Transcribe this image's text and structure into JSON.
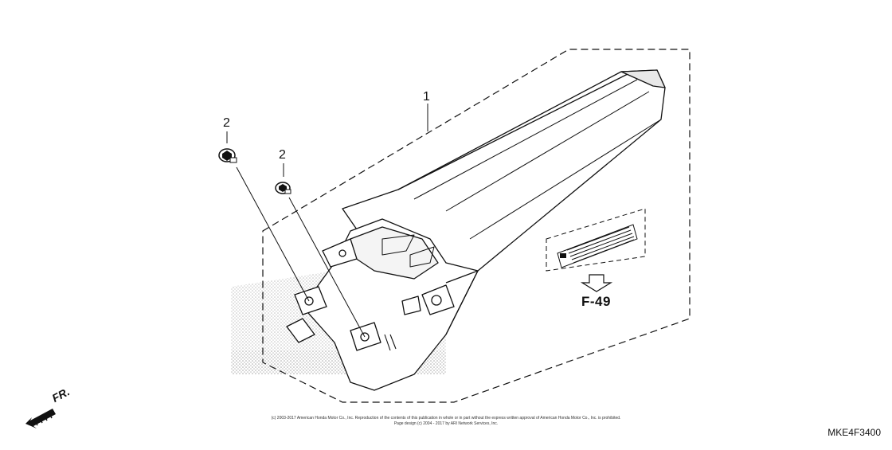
{
  "callouts": {
    "part_1": "1",
    "part_2a": "2",
    "part_2b": "2"
  },
  "reference": {
    "label": "F-49"
  },
  "orientation": {
    "label": "FR."
  },
  "copyright": {
    "line1": "(c) 2003-2017 American Honda Motor Co., Inc. Reproduction of the contents of this publication in whole or in part without the express written approval of American Honda Motor Co., Inc. is prohibited.",
    "line2": "Page design (c) 2004 - 2017 by ARI Network Services, Inc."
  },
  "diagram_code": "MKE4F3400",
  "colors": {
    "line": "#111111",
    "watermark": "#bdbdbd",
    "background": "#ffffff"
  }
}
